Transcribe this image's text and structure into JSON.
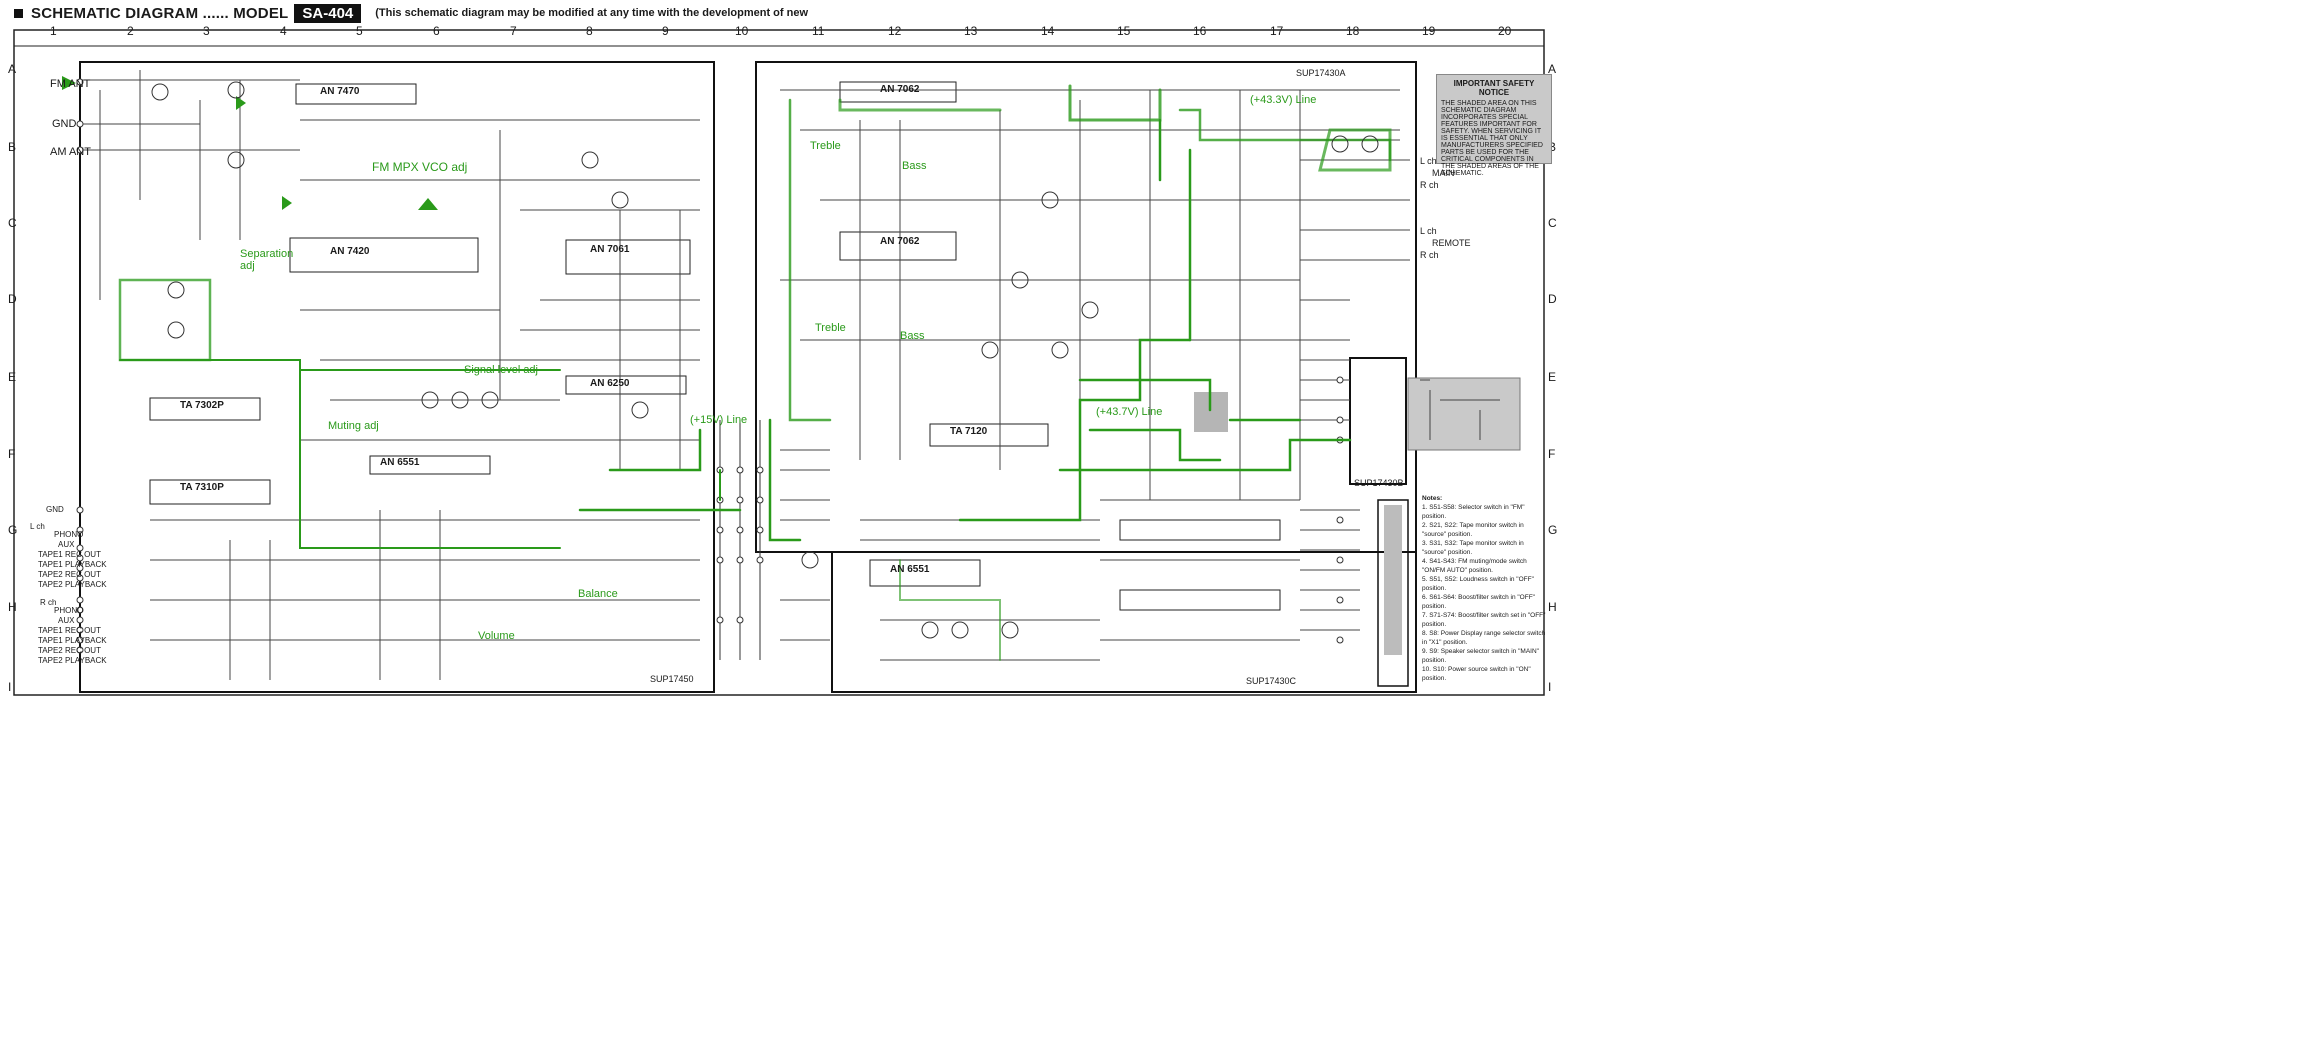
{
  "header": {
    "title": "SCHEMATIC DIAGRAM ...... MODEL",
    "model": "SA-404",
    "notice": "(This schematic diagram may be modified at any time with the development of new"
  },
  "columns": [
    "1",
    "2",
    "3",
    "4",
    "5",
    "6",
    "7",
    "8",
    "9",
    "10",
    "11",
    "12",
    "13",
    "14",
    "15",
    "16",
    "17",
    "18",
    "19",
    "20"
  ],
  "rows": [
    "A",
    "B",
    "C",
    "D",
    "E",
    "F",
    "G",
    "H",
    "I"
  ],
  "antenna": {
    "fm": "FM ANT",
    "gnd": "GND",
    "am": "AM ANT"
  },
  "green_labels": {
    "fm_mpx_vco": "FM MPX VCO adj",
    "separation": "Separation adj",
    "signal_level": "Signal level adj",
    "muting": "Muting adj",
    "line15": "(+15V) Line",
    "volume": "Volume",
    "balance": "Balance",
    "treble1": "Treble",
    "bass1": "Bass",
    "treble2": "Treble",
    "bass2": "Bass",
    "line433": "(+43.3V) Line",
    "line437": "(+43.7V) Line"
  },
  "ics": {
    "ic1": "AN 7470",
    "ic2": "AN 7420",
    "ic3": "TA 7302P",
    "ic4": "TA 7310P",
    "ic5": "AN 6551",
    "ic6": "AN 7061",
    "ic7": "AN 6250",
    "ic8": "AN 7062",
    "ic9": "TA 7120",
    "ic10": "AN 6551"
  },
  "inputs_left": [
    "GND",
    "L ch",
    "PHONO",
    "AUX",
    "TAPE1 REC OUT",
    "TAPE1 PLAYBACK",
    "TAPE2 REC OUT",
    "TAPE2 PLAYBACK"
  ],
  "inputs_left2": [
    "R ch",
    "PHONO",
    "AUX",
    "TAPE1 REC OUT",
    "TAPE1 PLAYBACK",
    "TAPE2 REC OUT",
    "TAPE2 PLAYBACK"
  ],
  "speaker_labels": [
    "L ch",
    "MAIN",
    "R ch",
    "L ch",
    "REMOTE",
    "R ch"
  ],
  "board_labels": {
    "b1": "SUP17450",
    "b2": "SUP17430C",
    "b3": "SUP17430A",
    "b4": "SUP17430B"
  },
  "safety": {
    "heading": "IMPORTANT SAFETY NOTICE",
    "body": "THE SHADED AREA ON THIS SCHEMATIC DIAGRAM INCORPORATES SPECIAL FEATURES IMPORTANT FOR SAFETY. WHEN SERVICING IT IS ESSENTIAL THAT ONLY MANUFACTURERS SPECIFIED PARTS BE USED FOR THE CRITICAL COMPONENTS IN THE SHADED AREAS OF THE SCHEMATIC."
  },
  "notes": {
    "heading": "Notes:",
    "items": [
      "1. S51-S58: Selector switch in \"FM\" position.",
      "2. S21, S22: Tape monitor switch in \"source\" position.",
      "3. S31, S32: Tape monitor switch in \"source\" position.",
      "4. S41-S43: FM muting/mode switch \"ON/FM AUTO\" position.",
      "5. S51, S52: Loudness switch in \"OFF\" position.",
      "6. S61-S64: Boost/filter switch in \"OFF\" position.",
      "7. S71-S74: Boost/filter switch set in \"OFF\" position.",
      "8. S8: Power Display range selector switch in \"X1\" position.",
      "9. S9: Speaker selector switch in \"MAIN\" position.",
      "10. S10: Power source switch in \"ON\" position."
    ]
  },
  "colors": {
    "green": "#2a9a1a",
    "line": "#333333",
    "shade": "#c9c9c9"
  }
}
